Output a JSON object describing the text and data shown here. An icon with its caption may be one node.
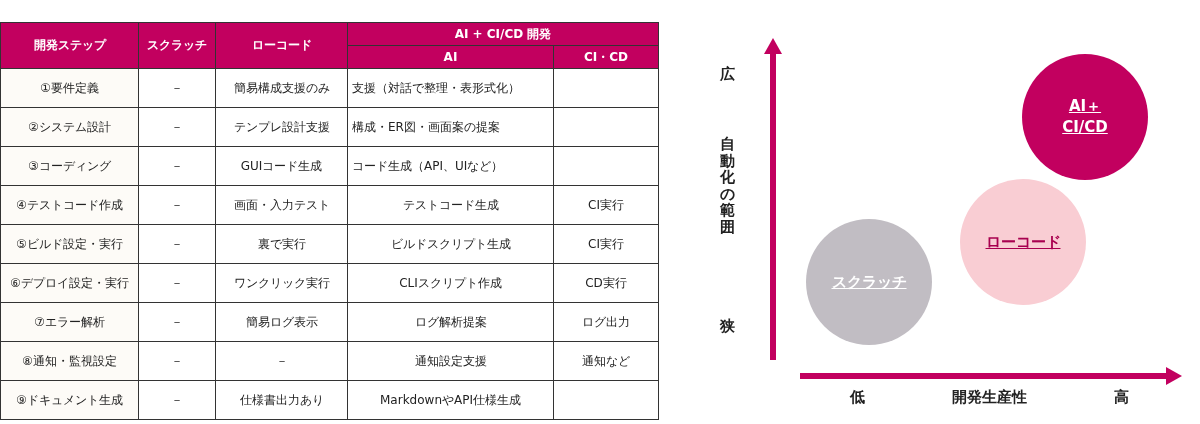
{
  "diagram": {
    "nodes": [
      {
        "text": [
          "AI＋ CI/CD"
        ]
      },
      {
        "text": [
          "ローコード"
        ]
      },
      {
        "text": [
          "スクラッチ"
        ]
      }
    ],
    "labels": [
      "開発ステップ",
      "スクラッチ",
      "ローコード",
      "AI + CI/CD 開発",
      "AI",
      "CI・CD",
      "①要件定義",
      "－",
      "簡易構成支援のみ",
      "支援（対話で整理・表形式化）",
      "②システム設計",
      "－",
      "テンプレ設計支援",
      "構成・ER図・画面案の提案",
      "③コーディング",
      "－",
      "GUIコード生成",
      "コード生成（API、UIなど）",
      "④テストコード作成",
      "－",
      "画面・入力テスト",
      "テストコード生成",
      "CI実行",
      "⑤ビルド設定・実行",
      "－",
      "裏で実行",
      "ビルドスクリプト生成",
      "CI実行",
      "⑥デプロイ設定・実行",
      "－",
      "ワンクリック実行",
      "CLIスクリプト作成",
      "CD実行",
      "⑦エラー解析",
      "－",
      "簡易ログ表示",
      "ログ解析提案",
      "ログ出力",
      "⑧通知・監視設定",
      "－",
      "－",
      "通知設定支援",
      "通知など",
      "⑨ドキュメント生成",
      "－",
      "仕様書出力あり",
      "MarkdownやAPI仕様生成",
      "広",
      "自動化の範囲",
      "狭",
      "低",
      "開発生産性",
      "高"
    ]
  }
}
